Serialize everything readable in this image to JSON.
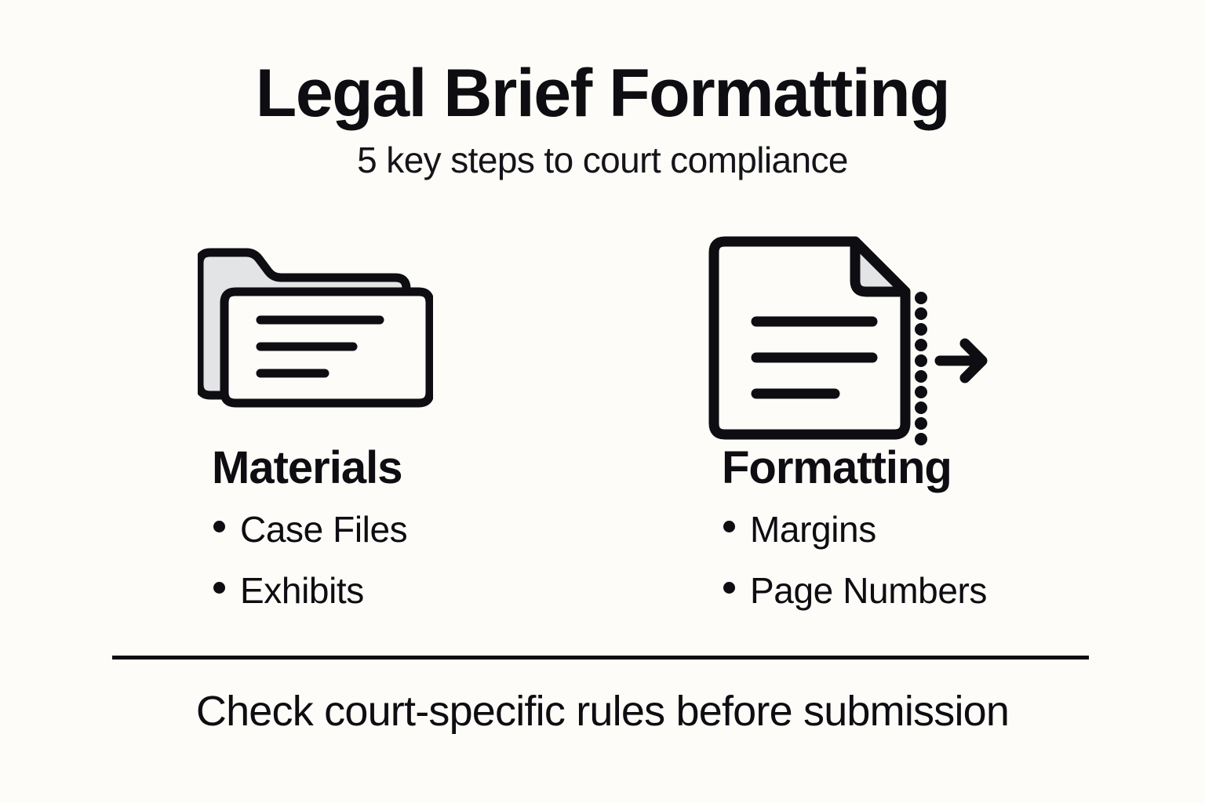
{
  "page": {
    "background_color": "#FDFCF8",
    "text_color": "#0D0D12",
    "accent_gray": "#E2E4E6"
  },
  "header": {
    "title": "Legal Brief Formatting",
    "subtitle": "5 key steps to court compliance"
  },
  "columns": [
    {
      "id": "materials",
      "icon": "folder-icon",
      "heading": "Materials",
      "bullets": [
        "Case Files",
        "Exhibits"
      ]
    },
    {
      "id": "formatting",
      "icon": "document-icon",
      "heading": "Formatting",
      "bullets": [
        "Margins",
        "Page Numbers"
      ]
    }
  ],
  "decoration": {
    "dotted_line_dots": 10,
    "arrow": "arrow-right-icon"
  },
  "footer": {
    "note": "Check court-specific rules before submission"
  }
}
